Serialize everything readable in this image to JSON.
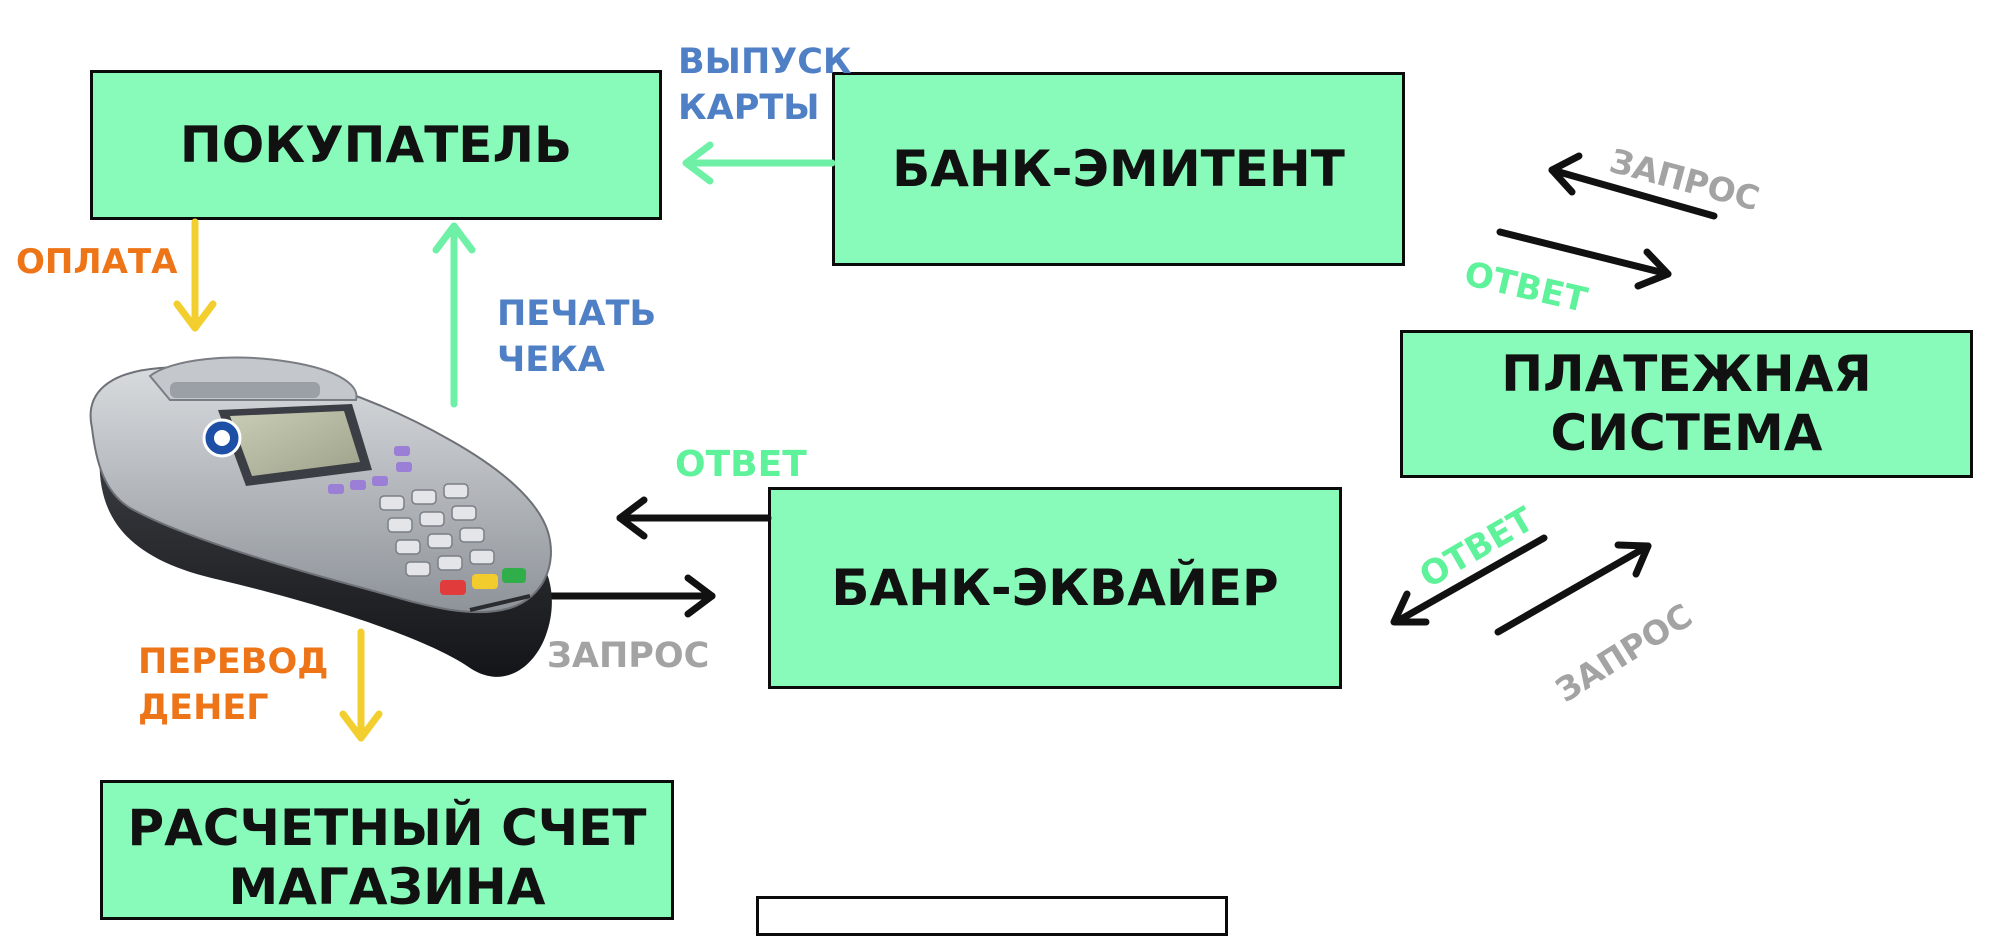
{
  "boxes": {
    "buyer": "ПОКУПАТЕЛЬ",
    "issuer": "БАНК-ЭМИТЕНТ",
    "payment_system": [
      "ПЛАТЕЖНАЯ",
      "СИСТЕМА"
    ],
    "acquirer": "БАНК-ЭКВАЙЕР",
    "merchant_account": [
      "РАСЧЕТНЫЙ СЧЕТ",
      "МАГАЗИНА"
    ]
  },
  "labels": {
    "card_issue": [
      "ВЫПУСК",
      "КАРТЫ"
    ],
    "payment": "ОПЛАТА",
    "print_receipt": [
      "ПЕЧАТЬ",
      "ЧЕКА"
    ],
    "terminal_response": "ОТВЕТ",
    "terminal_request": "ЗАПРОС",
    "money_transfer": [
      "ПЕРЕВОД",
      "ДЕНЕГ"
    ],
    "issuer_request": "ЗАПРОС",
    "issuer_response": "ОТВЕТ",
    "acquirer_response": "ОТВЕТ",
    "acquirer_request": "ЗАПРОС"
  },
  "colors": {
    "box_fill": "#88fbbb",
    "box_border": "#0b0b0b",
    "green_arrow": "#6ef0a6",
    "yellow_arrow": "#f2cf2e",
    "black_arrow": "#111111",
    "blue_label": "#4f7fc4",
    "orange_label": "#ee7418",
    "green_label": "#5ef29a",
    "gray_label": "#a3a3a3"
  },
  "icons": {
    "terminal": "card-payment-terminal-icon"
  }
}
